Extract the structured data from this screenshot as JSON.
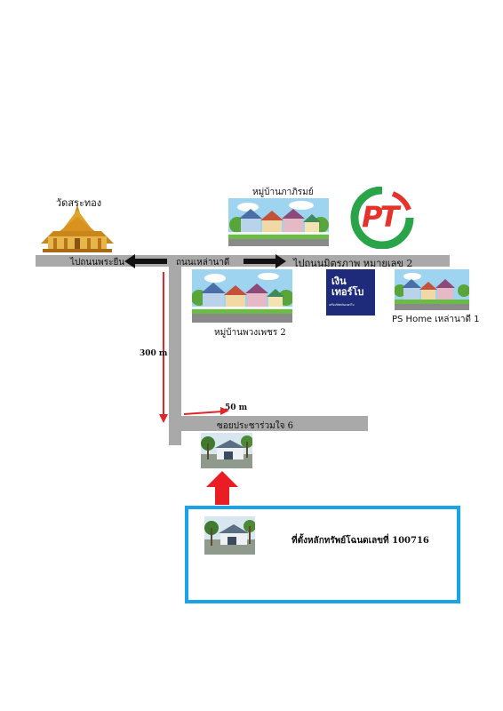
{
  "places": {
    "temple": "วัดสระทอง",
    "village_top": "หมู่บ้านภาภิรมย์",
    "village_bottom": "หมู่บ้านพวงเพชร 2",
    "ps_home": "PS Home เหล่านาดี 1"
  },
  "roads": {
    "to_left": "ไปถนนพระยืน",
    "main": "ถนนเหล่านาดี",
    "to_right": "ไปถนนมิตรภาพ หมายเลข 2",
    "soi": "ซอยประชาร่วมใจ 6"
  },
  "distances": {
    "vertical": "300 m",
    "horizontal": "50  m"
  },
  "logos": {
    "pt_letters": "PT",
    "ngern_line1": "เงิน",
    "ngern_line2": "เทอร์โบ",
    "ngern_tagline": "เครือบริษัทเงินเทอร์โบ"
  },
  "property_label": "ที่ตั้งหลักทรัพย์โฉนดเลขที่ 100716",
  "colors": {
    "road": "#a9a9a9",
    "arrow_red": "#e0262b",
    "box_border": "#1aa3e8",
    "pt_green": "#2aa449",
    "pt_red": "#e5322b",
    "ngern_bg": "#1e2b7a"
  }
}
